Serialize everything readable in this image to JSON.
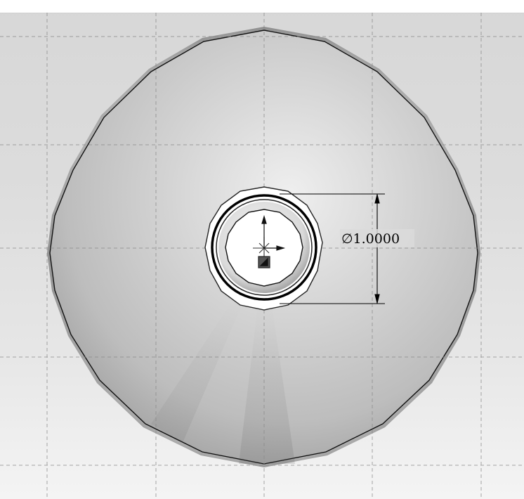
{
  "view": {
    "title": "",
    "background_color": "#dcdcdc",
    "grid": {
      "visible": true,
      "line_color": "#9c9c9c"
    },
    "model": {
      "type": "revolved-part-top-view",
      "shading": "gray-gradient",
      "edge_color": "#000000"
    },
    "dimension": {
      "symbol": "∅",
      "value": "1.0000",
      "label": "∅1.0000"
    },
    "icons": {
      "origin": "origin-triad-icon",
      "center": "center-mark-icon"
    }
  }
}
